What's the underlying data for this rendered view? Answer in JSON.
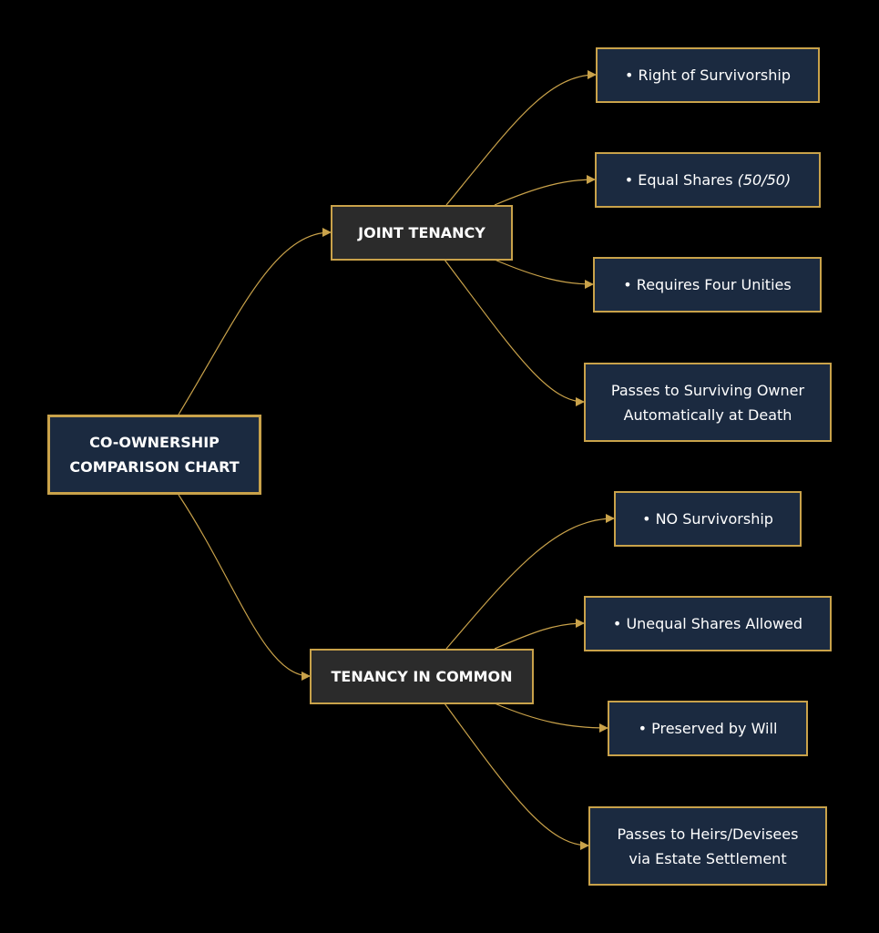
{
  "root": {
    "line1": "CO-OWNERSHIP",
    "line2": "COMPARISON CHART"
  },
  "joint_tenancy": {
    "label": "JOINT TENANCY",
    "items": {
      "survivorship": "• Right of Survivorship",
      "equal_shares": "• Equal Shares ",
      "equal_shares_em": "(50/50)",
      "four_unities": "• Requires Four Unities",
      "passes_line1": "Passes to Surviving Owner",
      "passes_line2": "Automatically at Death"
    }
  },
  "tenancy_in_common": {
    "label": "TENANCY IN COMMON",
    "items": {
      "no_survivorship": "• NO Survivorship",
      "unequal_shares": "• Unequal Shares Allowed",
      "preserved": "• Preserved by Will",
      "passes_line1": "Passes to Heirs/Devisees",
      "passes_line2": "via Estate Settlement"
    }
  },
  "colors": {
    "background": "#000000",
    "node_fill": "#1b2a40",
    "branch_fill": "#2b2b2b",
    "border": "#c9a24a",
    "edge": "#c9a24a",
    "text": "#ffffff"
  }
}
